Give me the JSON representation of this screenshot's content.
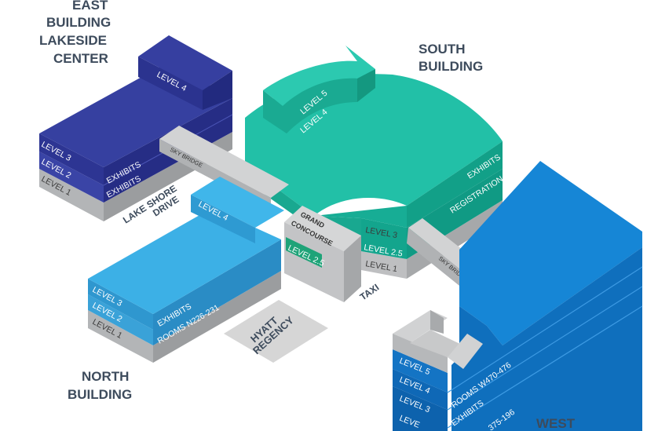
{
  "map": {
    "buildings": {
      "east": {
        "name_lines": [
          "EAST",
          "BUILDING",
          "LAKESIDE",
          "CENTER"
        ],
        "color": "#2a3290"
      },
      "south": {
        "name_lines": [
          "SOUTH",
          "BUILDING"
        ],
        "color": "#1bb7a0"
      },
      "north": {
        "name_lines": [
          "NORTH",
          "BUILDING"
        ],
        "color": "#34a9df"
      },
      "west": {
        "name_lines": [
          "WEST"
        ],
        "color": "#0e72c4"
      }
    },
    "labels": {
      "east_level4": "LEVEL 4",
      "east_level3": "LEVEL 3",
      "east_level2": "LEVEL 2",
      "east_level1": "LEVEL 1",
      "east_exhibits_a": "EXHIBITS",
      "east_exhibits_b": "EXHIBITS",
      "south_level5": "LEVEL 5",
      "south_level4": "LEVEL 4",
      "south_level3": "LEVEL 3",
      "south_level25": "LEVEL 2.5",
      "south_level1": "LEVEL 1",
      "south_exhibits": "EXHIBITS",
      "south_registration": "REGISTRATION",
      "north_level4": "LEVEL 4",
      "north_level3": "LEVEL 3",
      "north_level2": "LEVEL 2",
      "north_level1": "LEVEL 1",
      "north_exhibits": "EXHIBITS",
      "north_rooms": "ROOMS N226-231",
      "west_level5": "LEVEL 5",
      "west_level4": "LEVEL 4",
      "west_level3": "LEVEL 3",
      "west_level2": "LEVE",
      "west_rooms": "ROOMS W470-476",
      "west_exhibits": "EXHIBITS",
      "west_rooms2": "375-196",
      "sky_bridge_1": "SKY BRIDGE",
      "sky_bridge_2": "SKY BRIDGE",
      "lake_shore_1": "LAKE SHORE",
      "lake_shore_2": "DRIVE",
      "grand_concourse_1": "GRAND",
      "grand_concourse_2": "CONCOURSE",
      "concourse_level": "LEVEL 2.5",
      "hyatt_1": "HYATT",
      "hyatt_2": "REGENCY",
      "taxi": "TAXI"
    },
    "colors": {
      "gray_side": "#a9abad",
      "gray_top": "#d4d5d6",
      "concourse_green": "#1ea378",
      "label_text": "#3d4b5c"
    }
  }
}
